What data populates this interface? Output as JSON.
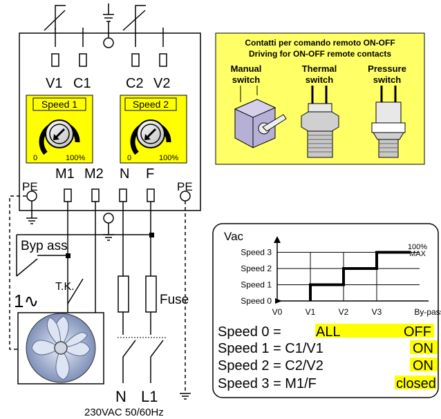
{
  "terminals_top": [
    "V1",
    "C1",
    "C2",
    "V2"
  ],
  "speed_pots": [
    {
      "title": "Speed 1",
      "min": "0",
      "max": "100%"
    },
    {
      "title": "Speed 2",
      "min": "0",
      "max": "100%"
    }
  ],
  "terminals_bottom": [
    "PE",
    "M1",
    "M2",
    "N",
    "F",
    "PE"
  ],
  "bypass_label": "Byp ass",
  "thermal_contact_label": "T.K.",
  "motor_label": "1∿",
  "fuse_label": "Fuse",
  "supply": {
    "n_label": "N",
    "l1_label": "L1",
    "voltage_label": "230VAC 50/60Hz"
  },
  "remote_box": {
    "title_it": "Contatti per comando remoto ON-OFF",
    "title_en": "Driving for ON-OFF remote contacts",
    "switches": [
      {
        "line1": "Manual",
        "line2": "switch"
      },
      {
        "line1": "Thermal",
        "line2": "switch"
      },
      {
        "line1": "Pressure",
        "line2": "switch"
      }
    ],
    "colors": {
      "background": "#ffff66",
      "border": "#000000"
    }
  },
  "chart_data": {
    "type": "line",
    "ylabel": "Vac",
    "y_categories": [
      "Speed 0",
      "Speed 1",
      "Speed 2",
      "Speed 3"
    ],
    "x_tick_labels": [
      "V0",
      "V1",
      "V2",
      "V3",
      "By-pass"
    ],
    "max_annotation": [
      "100%",
      "MAX"
    ],
    "step_points": [
      [
        1,
        0
      ],
      [
        1,
        1
      ],
      [
        2,
        1
      ],
      [
        2,
        2
      ],
      [
        3,
        2
      ],
      [
        3,
        3
      ],
      [
        4,
        3
      ]
    ]
  },
  "speed_table": [
    {
      "left": "Speed 0 = ",
      "value": "ALL",
      "state": "OFF"
    },
    {
      "left": "Speed 1 = C1/V1",
      "value": "",
      "state": "ON"
    },
    {
      "left": "Speed 2 = C2/V2",
      "value": "",
      "state": "ON"
    },
    {
      "left": "Speed 3 = M1/F",
      "value": "",
      "state": "closed"
    }
  ],
  "colors": {
    "yellow": "#ffff00",
    "pale_yellow": "#ffff66",
    "line": "#000000",
    "fan_blue": "#aab8d6"
  }
}
